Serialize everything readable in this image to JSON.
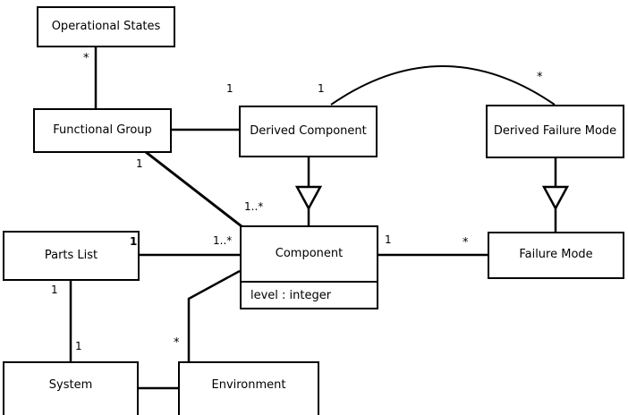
{
  "diagram": {
    "type": "uml-class-diagram",
    "title": "",
    "background_color": "#ffffff",
    "line_color": "#000000",
    "text_color": "#000000"
  },
  "classes": [
    {
      "id": "operational-states",
      "name": "Operational States",
      "attributes": []
    },
    {
      "id": "functional-group",
      "name": "Functional Group",
      "attributes": []
    },
    {
      "id": "derived-component",
      "name": "Derived Component",
      "attributes": []
    },
    {
      "id": "derived-failure-mode",
      "name": "Derived Failure Mode",
      "attributes": []
    },
    {
      "id": "parts-list",
      "name": "Parts List",
      "attributes": []
    },
    {
      "id": "component",
      "name": "Component",
      "attributes": [
        "level : integer"
      ]
    },
    {
      "id": "failure-mode",
      "name": "Failure Mode",
      "attributes": []
    },
    {
      "id": "system",
      "name": "System",
      "attributes": []
    },
    {
      "id": "environment",
      "name": "Environment",
      "attributes": []
    }
  ],
  "multiplicities": [
    {
      "id": "operational-states-to-functional-group",
      "label": "*"
    },
    {
      "id": "functional-group-to-derived-component",
      "label": "1"
    },
    {
      "id": "functional-group-to-component-near",
      "label": "1"
    },
    {
      "id": "functional-group-to-component-far",
      "label": "1..*"
    },
    {
      "id": "derived-component-to-derived-failure-mode-left",
      "label": "1"
    },
    {
      "id": "derived-component-to-derived-failure-mode-right",
      "label": "*"
    },
    {
      "id": "parts-list-to-component-near",
      "label": "1"
    },
    {
      "id": "parts-list-to-component-far",
      "label": "1..*"
    },
    {
      "id": "component-to-failure-mode-left",
      "label": "1"
    },
    {
      "id": "component-to-failure-mode-right",
      "label": "*"
    },
    {
      "id": "parts-list-to-system-top",
      "label": "1"
    },
    {
      "id": "parts-list-to-system-bottom",
      "label": "1"
    },
    {
      "id": "component-to-environment",
      "label": "*"
    }
  ],
  "relationships": [
    {
      "id": "rel-operational-states-functional-group",
      "kind": "association",
      "from": "operational-states",
      "to": "functional-group"
    },
    {
      "id": "rel-functional-group-derived-component",
      "kind": "association",
      "from": "functional-group",
      "to": "derived-component"
    },
    {
      "id": "rel-functional-group-component",
      "kind": "association",
      "from": "functional-group",
      "to": "component"
    },
    {
      "id": "rel-derived-component-derived-failure-mode",
      "kind": "association-arc",
      "from": "derived-component",
      "to": "derived-failure-mode"
    },
    {
      "id": "rel-derived-component-generalization",
      "kind": "generalization",
      "from": "derived-component",
      "to": "component"
    },
    {
      "id": "rel-derived-failure-mode-generalization",
      "kind": "generalization",
      "from": "derived-failure-mode",
      "to": "failure-mode"
    },
    {
      "id": "rel-parts-list-component",
      "kind": "association",
      "from": "parts-list",
      "to": "component"
    },
    {
      "id": "rel-component-failure-mode",
      "kind": "association",
      "from": "component",
      "to": "failure-mode"
    },
    {
      "id": "rel-parts-list-system",
      "kind": "association",
      "from": "parts-list",
      "to": "system"
    },
    {
      "id": "rel-system-environment",
      "kind": "association",
      "from": "system",
      "to": "environment"
    },
    {
      "id": "rel-component-environment",
      "kind": "association",
      "from": "component",
      "to": "environment"
    }
  ]
}
